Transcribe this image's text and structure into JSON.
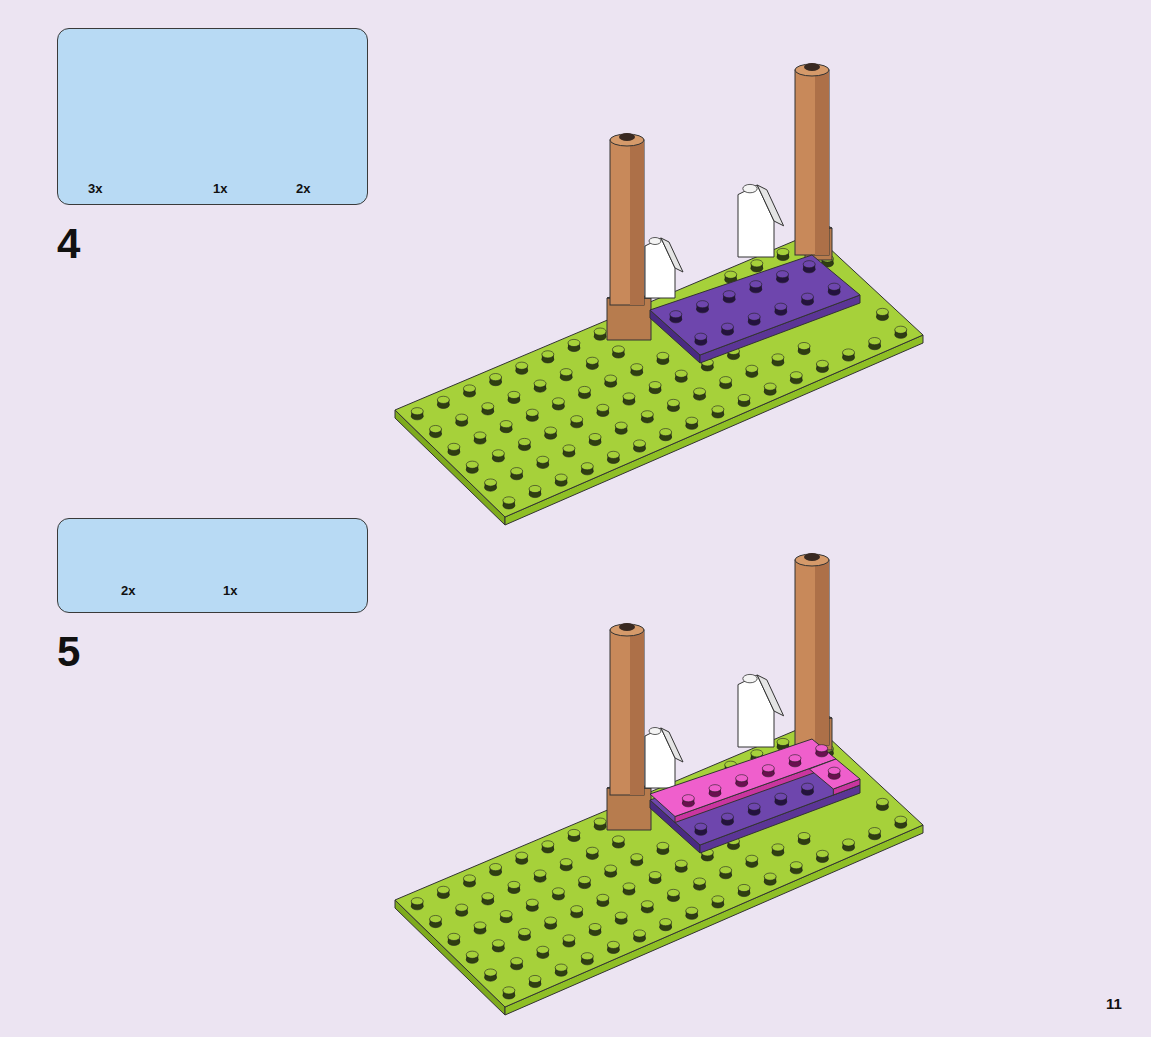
{
  "diagram": {
    "nodes": [
      {
        "text": [
          "3x",
          "1x",
          "2x"
        ]
      },
      {
        "text": [
          "2x",
          "1x"
        ]
      }
    ],
    "labels": [
      "4",
      "5",
      "11"
    ]
  }
}
